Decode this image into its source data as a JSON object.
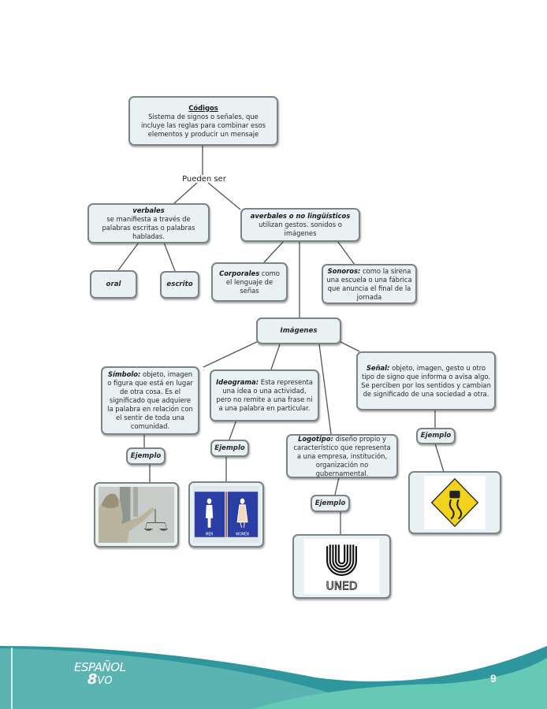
{
  "diagram": {
    "root": {
      "title": "Códigos",
      "text": "Sistema de signos o señales, que incluye las reglas para combinar esos elementos y producir un mensaje"
    },
    "link_label": "Pueden ser",
    "verbales": {
      "title": "verbales",
      "text": "se manifiesta a través de palabras escritas o palabras habladas."
    },
    "oral": {
      "title": "oral"
    },
    "escrito": {
      "title": "escrito"
    },
    "averbales": {
      "title": "averbales o no lingüísticos",
      "text": "utilizan gestos. sonidos o imágenes"
    },
    "corporales": {
      "title": "Corporales",
      "text": "como el lenguaje de señas"
    },
    "sonoros": {
      "title": "Sonoros:",
      "text": "como la sirena una escuela o una fábrica que anuncia el final de la jornada"
    },
    "imagenes": {
      "title": "Imágenes"
    },
    "simbolo": {
      "title": "Símbolo:",
      "text": "objeto, imagen o figura que está en lugar de otra cosa. Es el significado que adquiere la palabra en relación con el sentir de toda una comunidad."
    },
    "ideograma": {
      "title": "Ideograma:",
      "text": "Esta representa una idea o una actividad, pero no remite a una frase ni a una palabra en particular."
    },
    "logotipo": {
      "title": "Logotipo:",
      "text": "diseño propio y característico que representa a una empresa, institución, organización no gubernamental."
    },
    "senal": {
      "title": "Señal:",
      "text": "objeto, imagen, gesto u otro tipo de signo que informa o avisa algo. Se perciben por los sentidos y cambian de significado de una sociedad a otra."
    },
    "example_label": "Ejemplo",
    "images": {
      "simbolo": "justice-statue-image",
      "ideograma": "restroom-sign-image",
      "ideograma_men": "MEN",
      "ideograma_women": "WOMEN",
      "logotipo": "uned-logo-image",
      "logotipo_text": "UNED",
      "senal": "slippery-road-sign-image"
    }
  },
  "footer": {
    "brand_line1": "ESPAÑOL",
    "brand_num": "8",
    "brand_suffix": "VO",
    "page_number": "9",
    "colors": {
      "teal_dark": "#2e979d",
      "teal_mid": "#5bb4b2",
      "teal_light": "#66c9b6"
    }
  }
}
